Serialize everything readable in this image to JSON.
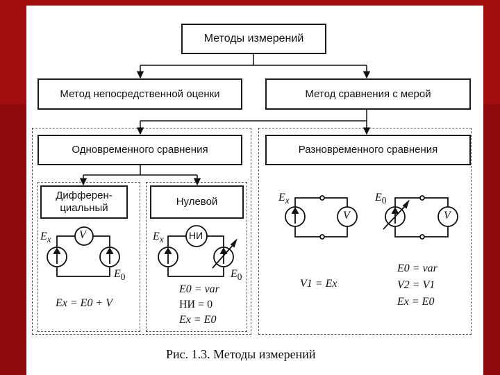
{
  "diagram": {
    "root": "Методы измерений",
    "direct": "Метод непосредственной оценки",
    "comparison": "Метод сравнения с мерой",
    "simultaneous": "Одновременного сравнения",
    "nonsimultaneous": "Разновременного сравнения",
    "differential": "Дифферен-\nциальный",
    "null": "Нулевой",
    "caption": "Рис. 1.3. Методы измерений"
  },
  "circuits": {
    "differential": {
      "source_x": "E",
      "source_x_sub": "x",
      "meter": "V",
      "source_0": "E",
      "source_0_sub": "0",
      "formula": "Ex = E0 + V"
    },
    "null": {
      "source_x": "E",
      "source_x_sub": "x",
      "indicator": "НИ",
      "source_0": "E",
      "source_0_sub": "0",
      "formula_1": "E0 = var",
      "formula_2": "НИ = 0",
      "formula_3": "Ex = E0"
    },
    "nonsim_1": {
      "source_x": "E",
      "source_x_sub": "x",
      "meter": "V",
      "formula": "V1 = Ex"
    },
    "nonsim_2": {
      "source_0": "E",
      "source_0_sub": "0",
      "meter": "V",
      "formula_1": "E0 = var",
      "formula_2": "V2 = V1",
      "formula_3": "Ex = E0"
    }
  }
}
